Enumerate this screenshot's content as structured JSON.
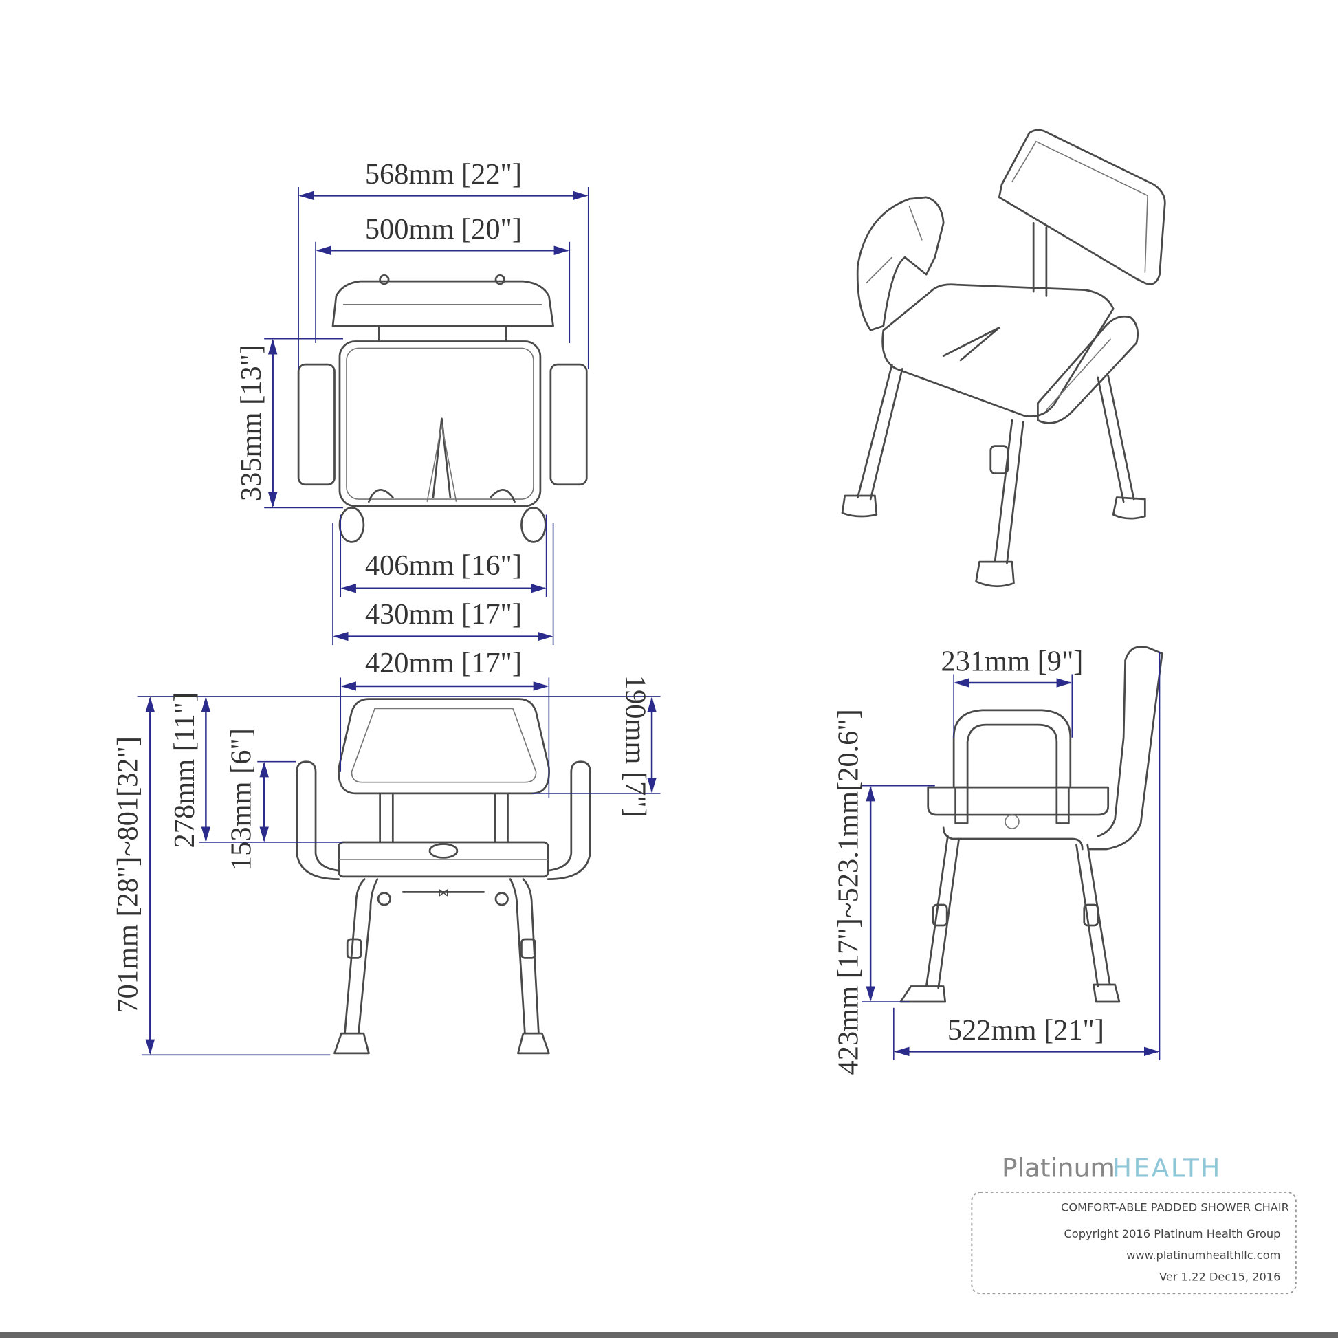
{
  "dimensions": {
    "top_view": {
      "overall_width": "568mm [22\"]",
      "inner_width": "500mm [20\"]",
      "seat_depth": "335mm [13\"]",
      "seat_width": "406mm [16\"]",
      "leg_width": "430mm [17\"]"
    },
    "front_view": {
      "backrest_width": "420mm [17\"]",
      "overall_height": "701mm [28\"]~801[32\"]",
      "back_height": "278mm [11\"]",
      "armrest_height": "153mm [6\"]",
      "backrest_height": "190mm [7\"]"
    },
    "side_view": {
      "armrest_width": "231mm [9\"]",
      "seat_height": "423mm [17\"]~523.1mm[20.6\"]",
      "depth": "522mm [21\"]"
    }
  },
  "colors": {
    "dimension": "#2b2b8c",
    "drawing": "#4a4a4a",
    "logo_accent": "#8fc7d8"
  },
  "logo": {
    "part1": "Platinum",
    "part2": "HEALTH"
  },
  "info_box": {
    "product": "COMFORT-ABLE PADDED SHOWER CHAIR",
    "copyright": "Copyright 2016 Platinum Health Group",
    "website": "www.platinumhealthllc.com",
    "version": "Ver 1.22 Dec15, 2016"
  }
}
